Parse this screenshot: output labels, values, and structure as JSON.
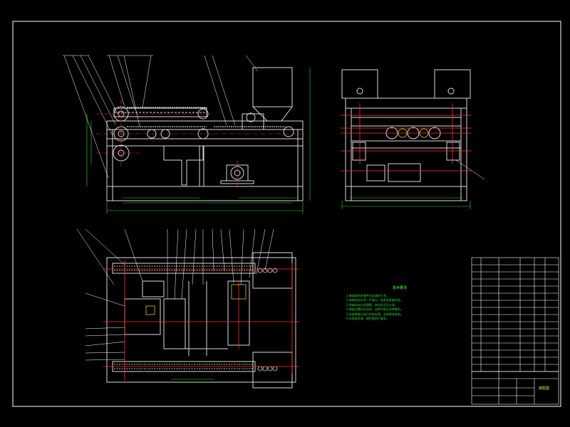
{
  "drawing": {
    "background": "#000000",
    "line_color": "#ffffff",
    "dimension_color": "#33dd33",
    "centerline_color": "#ff3333",
    "machine_color": "#d8d8d8",
    "accent_color": "#ffdd33"
  },
  "technical_requirements": {
    "title": "技术要求",
    "lines": [
      "1.装配前所有零件均应清洗干净。",
      "2.各链轮应在同一平面内，链条张紧度适宜。",
      "3.各轴承加注润滑脂，转动灵活无卡滞。",
      "4.装配后整机空运转，运转平稳无异常噪声。",
      "5.机架焊接后进行时效处理，去除焊渣毛刺。",
      "6.外表面涂漆，颜色按用户要求。"
    ]
  },
  "title_block": {
    "drawing_name": "装配图"
  }
}
